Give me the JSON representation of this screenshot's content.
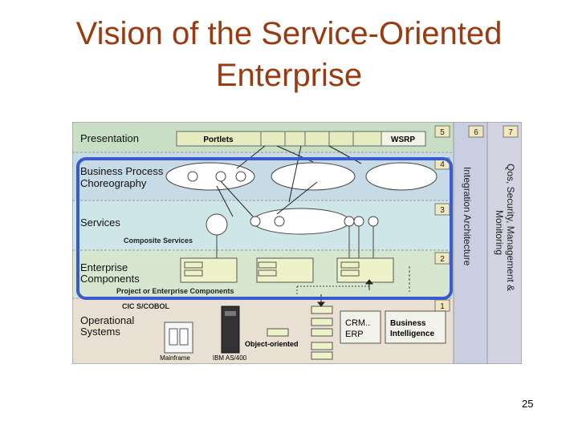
{
  "slide": {
    "title_line1": "Vision of the Service-Oriented",
    "title_line2": "Enterprise",
    "page_number": "25"
  },
  "diagram": {
    "layers": {
      "presentation": "Presentation",
      "choreography_1": "Business Process",
      "choreography_2": "Choreography",
      "services": "Services",
      "composite_services": "Composite Services",
      "enterprise_1": "Enterprise",
      "enterprise_2": "Components",
      "project_components": "Project or Enterprise Components",
      "cics_cobol": "CIC S/COBOL",
      "operational_1": "Operational",
      "operational_2": "Systems"
    },
    "boxes": {
      "portlets": "Portlets",
      "wsrp": "WSRP",
      "crm": "CRM..",
      "erp": "ERP",
      "bi_1": "Business",
      "bi_2": "Intelligence",
      "object_oriented": "Object-oriented",
      "mainframe": "Mainframe",
      "ibm": "IBM AS/400"
    },
    "numbers": [
      "5",
      "6",
      "7",
      "4",
      "3",
      "2",
      "1"
    ],
    "vertical": {
      "integration": "Integration Architecture",
      "qos_line1": "Qos, Security, Management &",
      "qos_line2": "Monitoring"
    },
    "colors": {
      "title": "#9a3a10",
      "presentation_bg": "#c8dfc6",
      "choreography_bg": "#c6dbe6",
      "services_bg": "#cfe6e8",
      "enterprise_bg": "#d6e6cf",
      "operational_bg": "#eadfd3",
      "highlight": "#3a5bd0",
      "number_box": "#f1e7bd"
    }
  }
}
